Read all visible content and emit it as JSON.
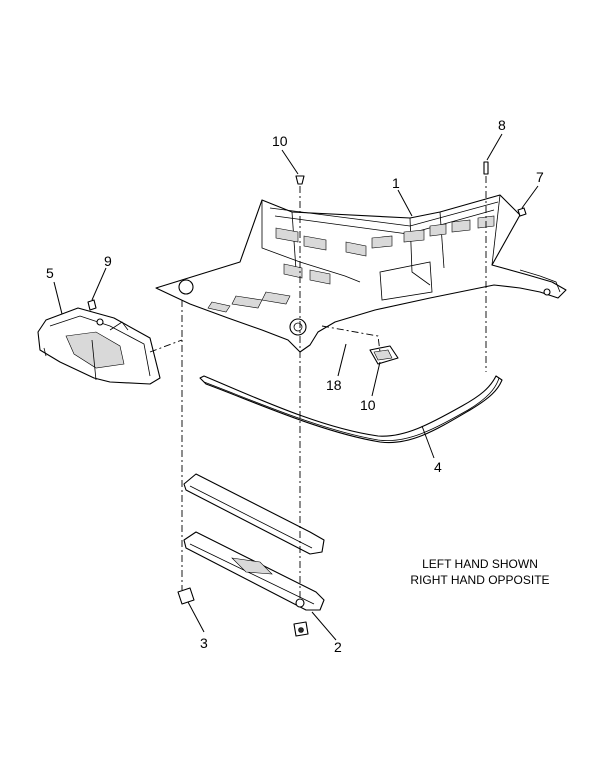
{
  "callouts": {
    "c1": "1",
    "c2": "2",
    "c3": "3",
    "c4": "4",
    "c5": "5",
    "c7": "7",
    "c8": "8",
    "c9": "9",
    "c10_top": "10",
    "c10_bottom": "10",
    "c18": "18"
  },
  "note": {
    "line1": "LEFT HAND SHOWN",
    "line2": "RIGHT HAND OPPOSITE"
  }
}
